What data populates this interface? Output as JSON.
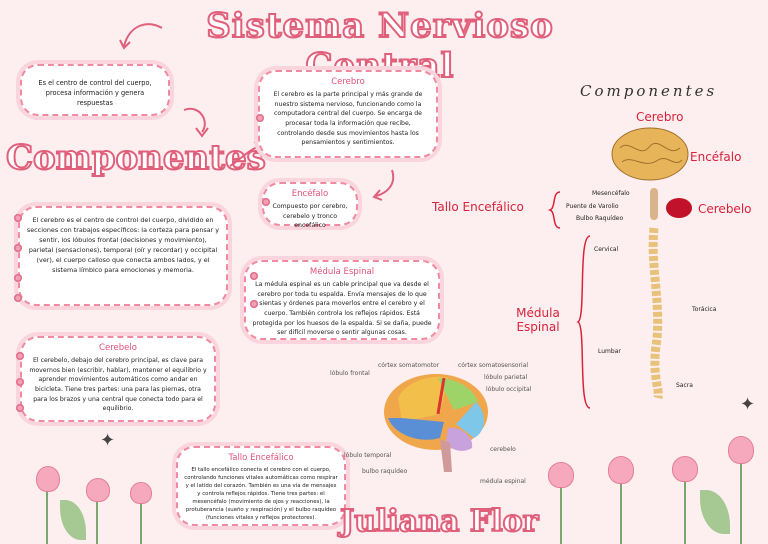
{
  "title": "Sistema Nervioso Central",
  "heading_components": "Componentes",
  "intro": "Es el centro de control del cuerpo, procesa información y genera respuestas",
  "cerebro": {
    "title": "Cerebro",
    "text": "El cerebro es la parte principal y más grande de nuestro sistema nervioso, funcionando como la computadora central del cuerpo. Se encarga de procesar toda la información que recibe, controlando desde sus movimientos hasta los pensamientos y sentimientos."
  },
  "encefalo": {
    "title": "Encéfalo",
    "text": "Compuesto por cerebro, cerebelo y tronco encefálico"
  },
  "cerebro_detail": "El cerebro es el centro de control del cuerpo, dividido en secciones con trabajos específicos: la corteza para pensar y sentir, los lóbulos frontal (decisiones y movimiento), parietal (sensaciones), temporal (oír y recordar) y occipital (ver), el cuerpo calloso que conecta ambos lados, y el sistema límbico para emociones y memoria.",
  "medula": {
    "title": "Médula Espinal",
    "text": "La médula espinal es un cable principal que va desde el cerebro por toda tu espalda. Envía mensajes de lo que sientas y órdenes para moverlos entre el cerebro y el cuerpo. También controla los reflejos rápidos. Está protegida por los huesos de la espalda. Si se daña, puede ser difícil moverse o sentir algunas cosas."
  },
  "cerebelo": {
    "title": "Cerebelo",
    "text": "El cerebelo, debajo del cerebro principal, es clave para movernos bien (escribir, hablar), mantener el equilibrio y aprender movimientos automáticos como andar en bicicleta. Tiene tres partes: una para las piernas, otra para los brazos y una central que conecta todo para el equilibrio."
  },
  "tallo": {
    "title": "Tallo Encefálico",
    "text": "El tallo encefálico conecta el cerebro con el cuerpo, controlando funciones vitales automáticas como respirar y el latido del corazón. También es una vía de mensajes y controla reflejos rápidos. Tiene tres partes: el mesencéfalo (movimiento de ojos y reacciones), la protuberancia (sueño y respiración) y el bulbo raquídeo (funciones vitales y reflejos protectores)."
  },
  "author": "Juliana Flor",
  "diagram": {
    "heading": "Componentes",
    "cerebro": "Cerebro",
    "encefalo": "Encéfalo",
    "tallo": "Tallo Encefálico",
    "mesencefalo": "Mesencéfalo",
    "puente": "Puente de Varolio",
    "bulbo": "Bulbo Raquídeo",
    "cerebelo": "Cerebelo",
    "medula": "Médula Espinal",
    "cervical": "Cervical",
    "toracica": "Torácica",
    "lumbar": "Lumbar",
    "sacra": "Sacra"
  },
  "brain_labels": {
    "cortex_motor": "córtex somatomotor",
    "cortex_sens": "córtex somatosensorial",
    "frontal": "lóbulo frontal",
    "parietal": "lóbulo parietal",
    "occipital": "lóbulo occipital",
    "temporal": "lóbulo temporal",
    "cerebelo": "cerebelo",
    "bulbo": "bulbo raquídeo",
    "medula": "médula espinal"
  }
}
